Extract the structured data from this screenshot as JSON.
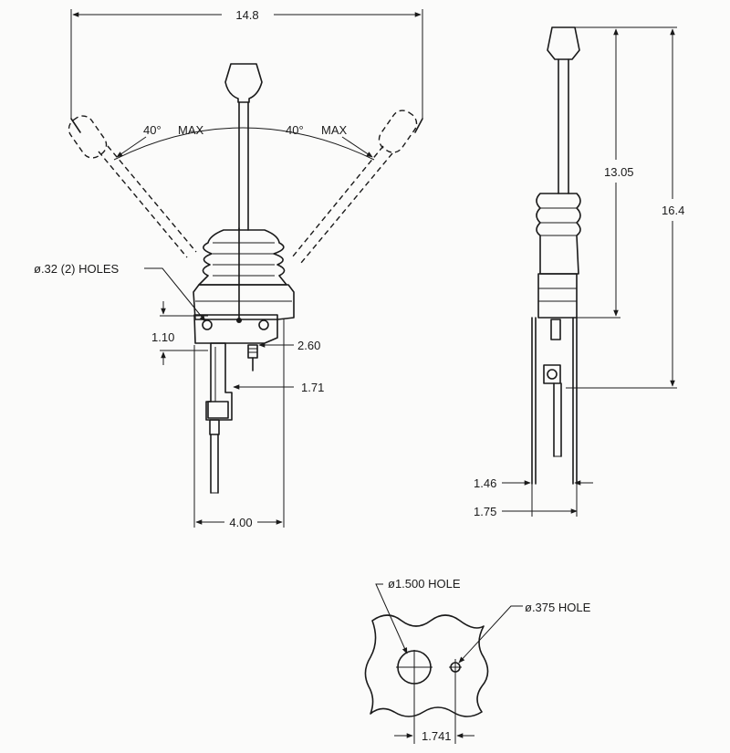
{
  "front_view": {
    "overall_width": "14.8",
    "angle_left": "40°",
    "max_left": "MAX",
    "angle_right": "40°",
    "max_right": "MAX",
    "mount_holes": "ø.32 (2) HOLES",
    "dim_1_10": "1.10",
    "dim_2_60": "2.60",
    "dim_1_71": "1.71",
    "dim_4_00": "4.00"
  },
  "side_view": {
    "dim_13_05": "13.05",
    "dim_16_4": "16.4",
    "dim_1_46": "1.46",
    "dim_1_75": "1.75"
  },
  "cutout": {
    "large_hole": "ø1.500 HOLE",
    "small_hole": "ø.375 HOLE",
    "spacing": "1.741"
  }
}
